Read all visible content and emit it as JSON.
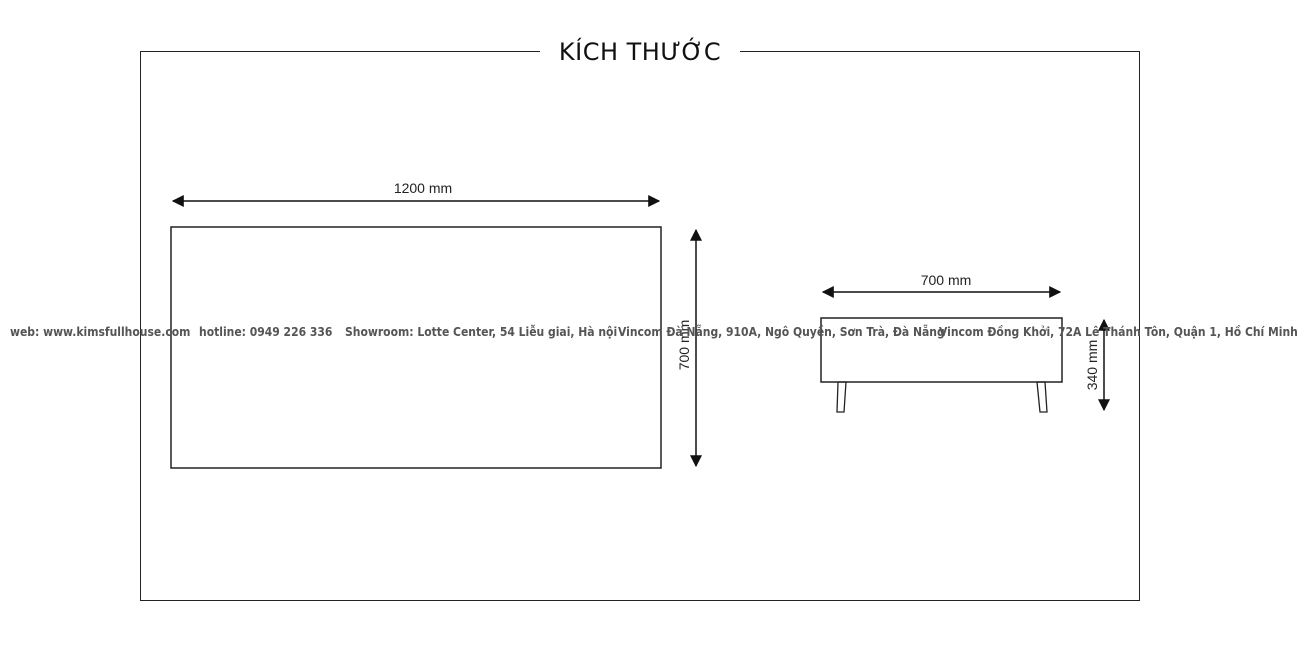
{
  "title": "KÍCH THƯỚC",
  "top_view": {
    "width_label": "1200 mm",
    "depth_label": "700 mm"
  },
  "front_view": {
    "width_label": "700 mm",
    "height_label": "340 mm"
  },
  "watermark": {
    "web": "web: www.kimsfullhouse.com",
    "hotline": "hotline: 0949 226 336",
    "showroom_hanoi": "Showroom: Lotte Center, 54 Liễu giai, Hà nội",
    "showroom_danang": "Vincom Đà Nẵng, 910A, Ngô Quyền, Sơn Trà, Đà Nẵng",
    "showroom_hcm": "Vincom Đồng Khởi, 72A Lê Thánh Tôn, Quận 1, Hồ Chí Minh"
  }
}
